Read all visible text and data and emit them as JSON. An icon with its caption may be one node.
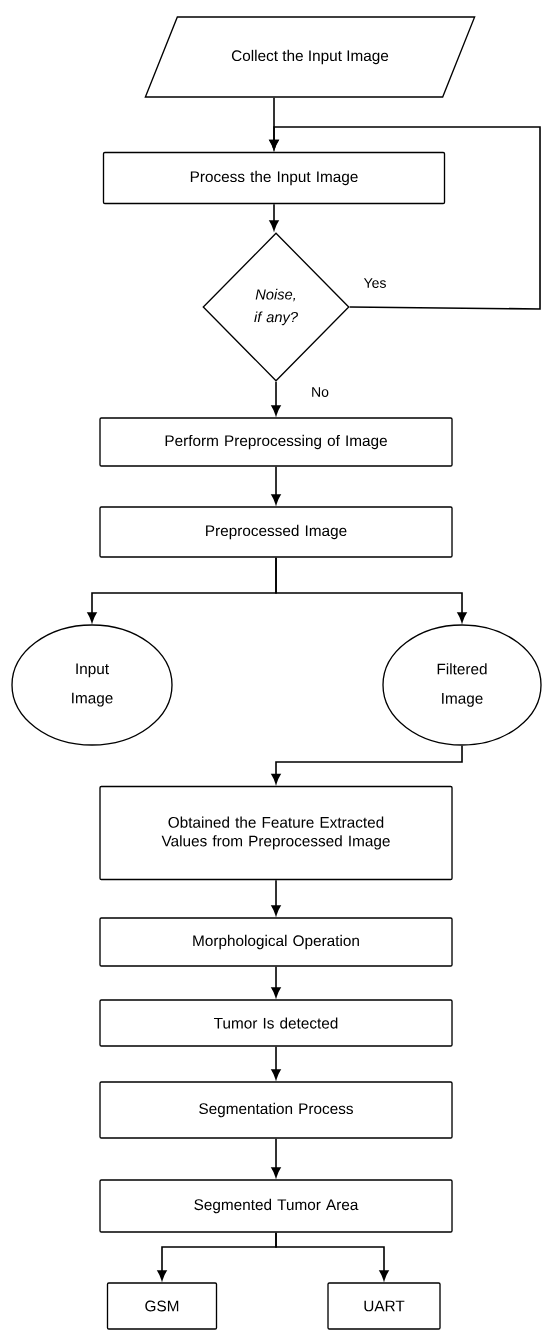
{
  "diagram": {
    "nodes": [
      {
        "text": [
          "Collect the Input Image"
        ]
      },
      {
        "text": [
          "Process the Input Image"
        ]
      },
      {
        "text": [
          "Noise, if any?"
        ]
      },
      {
        "text": [
          "Perform Preprocessing of Image"
        ]
      },
      {
        "text": [
          "Preprocessed Image"
        ]
      },
      {
        "text": [
          "Input Image"
        ]
      },
      {
        "text": [
          "Filtered Image"
        ]
      },
      {
        "text": [
          "Obtained the Feature Extracted Values from Preprocessed Image"
        ]
      },
      {
        "text": [
          "Morphological Operation"
        ]
      },
      {
        "text": [
          "Tumor Is detected"
        ]
      },
      {
        "text": [
          "Segmentation Process"
        ]
      },
      {
        "text": [
          "Segmented Tumor Area"
        ]
      },
      {
        "text": [
          "GSM"
        ]
      },
      {
        "text": [
          "UART"
        ]
      }
    ],
    "edges": [
      {
        "from": 0,
        "to": 1,
        "arrow": "to"
      },
      {
        "from": 1,
        "to": 2,
        "arrow": "to"
      },
      {
        "from": 2,
        "to": 1,
        "arrow": "to",
        "label": "Yes"
      },
      {
        "from": 2,
        "to": 3,
        "arrow": "to",
        "label": "No"
      },
      {
        "from": 3,
        "to": 4,
        "arrow": "to"
      },
      {
        "from": 4,
        "to": 5,
        "arrow": "to"
      },
      {
        "from": 4,
        "to": 6,
        "arrow": "to"
      },
      {
        "from": 6,
        "to": 7,
        "arrow": "to"
      },
      {
        "from": 7,
        "to": 8,
        "arrow": "to"
      },
      {
        "from": 8,
        "to": 9,
        "arrow": "to"
      },
      {
        "from": 9,
        "to": 10,
        "arrow": "to"
      },
      {
        "from": 10,
        "to": 11,
        "arrow": "to"
      },
      {
        "from": 11,
        "to": 12,
        "arrow": "to"
      },
      {
        "from": 11,
        "to": 13,
        "arrow": "to"
      }
    ]
  }
}
